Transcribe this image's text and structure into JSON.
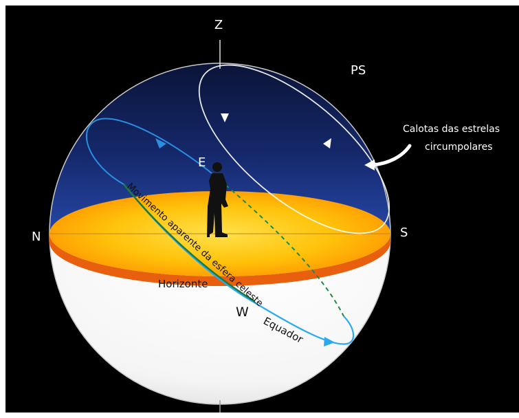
{
  "labels": {
    "zenith": "Z",
    "south_pole": "PS",
    "north": "N",
    "south": "S",
    "east": "E",
    "west": "W",
    "horizon": "Horizonte",
    "equator": "Equador",
    "movement": "Movimento aparente da esfera celeste",
    "caption_line1": "Calotas das estrelas",
    "caption_line2": "circumpolares"
  },
  "colors": {
    "background": "#000000",
    "sky_top": "#0b1436",
    "sky_bottom": "#1f3c93",
    "horizon_disc_center": "#ffd21a",
    "horizon_disc_edge": "#ff8c00",
    "horizon_rim": "#e85f0e",
    "equator_line": "#29a9ef",
    "movement_line": "#1d7a3a",
    "circumpolar_circle": "#ffffff",
    "lower_hemisphere": "#ffffff"
  }
}
